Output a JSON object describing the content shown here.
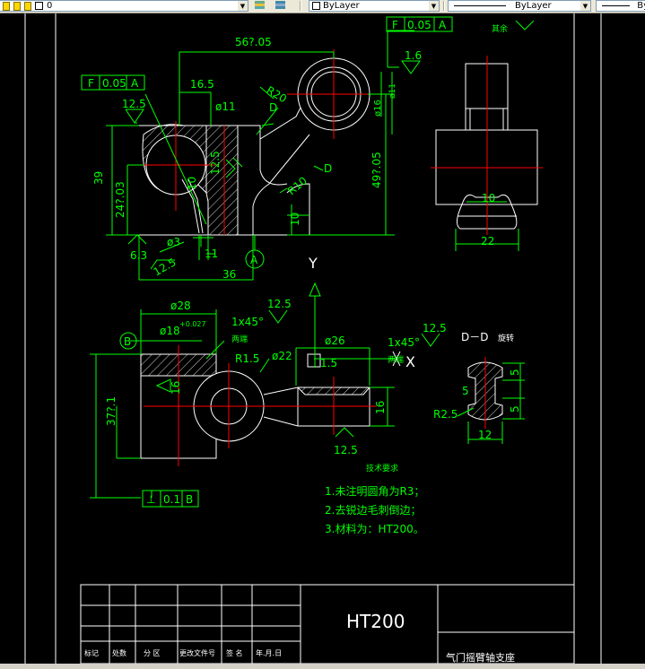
{
  "toolbar": {
    "layer_value": "0",
    "color_value": "ByLayer",
    "linetype_value": "ByLayer",
    "lineweight_value": "By"
  },
  "colors": {
    "dimension": "#00ff00",
    "geometry": "#ffffff",
    "center": "#ff0000",
    "hatch": "#ffffff",
    "background": "#000000"
  },
  "drawing": {
    "top_view": {
      "dim_overall": "56?.05",
      "dim_16_5": "16.5",
      "dim_r20": "R20",
      "dim_d11": "ø11",
      "dim_12_5_tag": "12.5",
      "dim_39": "39",
      "dim_24_03": "24?.03",
      "dim_10a": "10",
      "dim_phi3": "ø3",
      "dim_6_3": "6.3",
      "dim_12_5b": "12.5",
      "dim_11": "11",
      "dim_36": "36",
      "dim_r10": "R10",
      "dim_10b": "10",
      "dim_49_05": "49?.05",
      "dim_phi11b": "ø11",
      "dim_phi16": "ø16",
      "dim_1_6": "1.6",
      "dim_12_5c": "12.5",
      "datum_a": "A",
      "section_d1": "D",
      "section_d2": "D",
      "fcf_top_sym": "F",
      "fcf_top_val": "0.05",
      "fcf_top_ref": "A",
      "fcf_left_sym": "F",
      "fcf_left_val": "0.05",
      "fcf_left_ref": "A",
      "rough_other": "其余"
    },
    "side_view": {
      "dim_10": "10",
      "dim_22": "22"
    },
    "front_view": {
      "dim_28": "ø28",
      "dim_18": "ø18",
      "dim_18_tol": "+0.027",
      "dim_chamfer1": "1x45°",
      "dim_chamfer1_note": "两端",
      "dim_r1_5": "R1.5",
      "dim_phi22": "ø22",
      "dim_phi26": "ø26",
      "dim_chamfer2": "1x45°",
      "dim_chamfer2_note": "两端",
      "dim_16a": "16",
      "dim_16b": "16",
      "dim_37_1": "37?.1",
      "dim_12_5a": "12.5",
      "dim_12_5b": "12.5",
      "dim_1_5": "1.5",
      "datum_b": "B",
      "axis_y": "Y",
      "axis_x": "X",
      "fcf_sym": "⊥",
      "fcf_val": "0.1",
      "fcf_ref": "B"
    },
    "section_dd": {
      "title": "D－D",
      "title_note": "旋转",
      "rough": "12.5",
      "dim_5a": "5",
      "dim_5b": "5",
      "dim_5c": "5",
      "dim_r2_5": "R2.5",
      "dim_12": "12"
    },
    "notes": {
      "heading": "技术要求",
      "line1": "1.未注明圆角为R3；",
      "line2": "2.去锐边毛刺倒边；",
      "line3": "3.材料为：HT200。"
    },
    "title_block": {
      "material": "HT200",
      "part_name": "气门摇臂轴支座",
      "headers": [
        "标记",
        "处数",
        "分 区",
        "更改文件号",
        "签 名",
        "年.月.日"
      ]
    }
  }
}
